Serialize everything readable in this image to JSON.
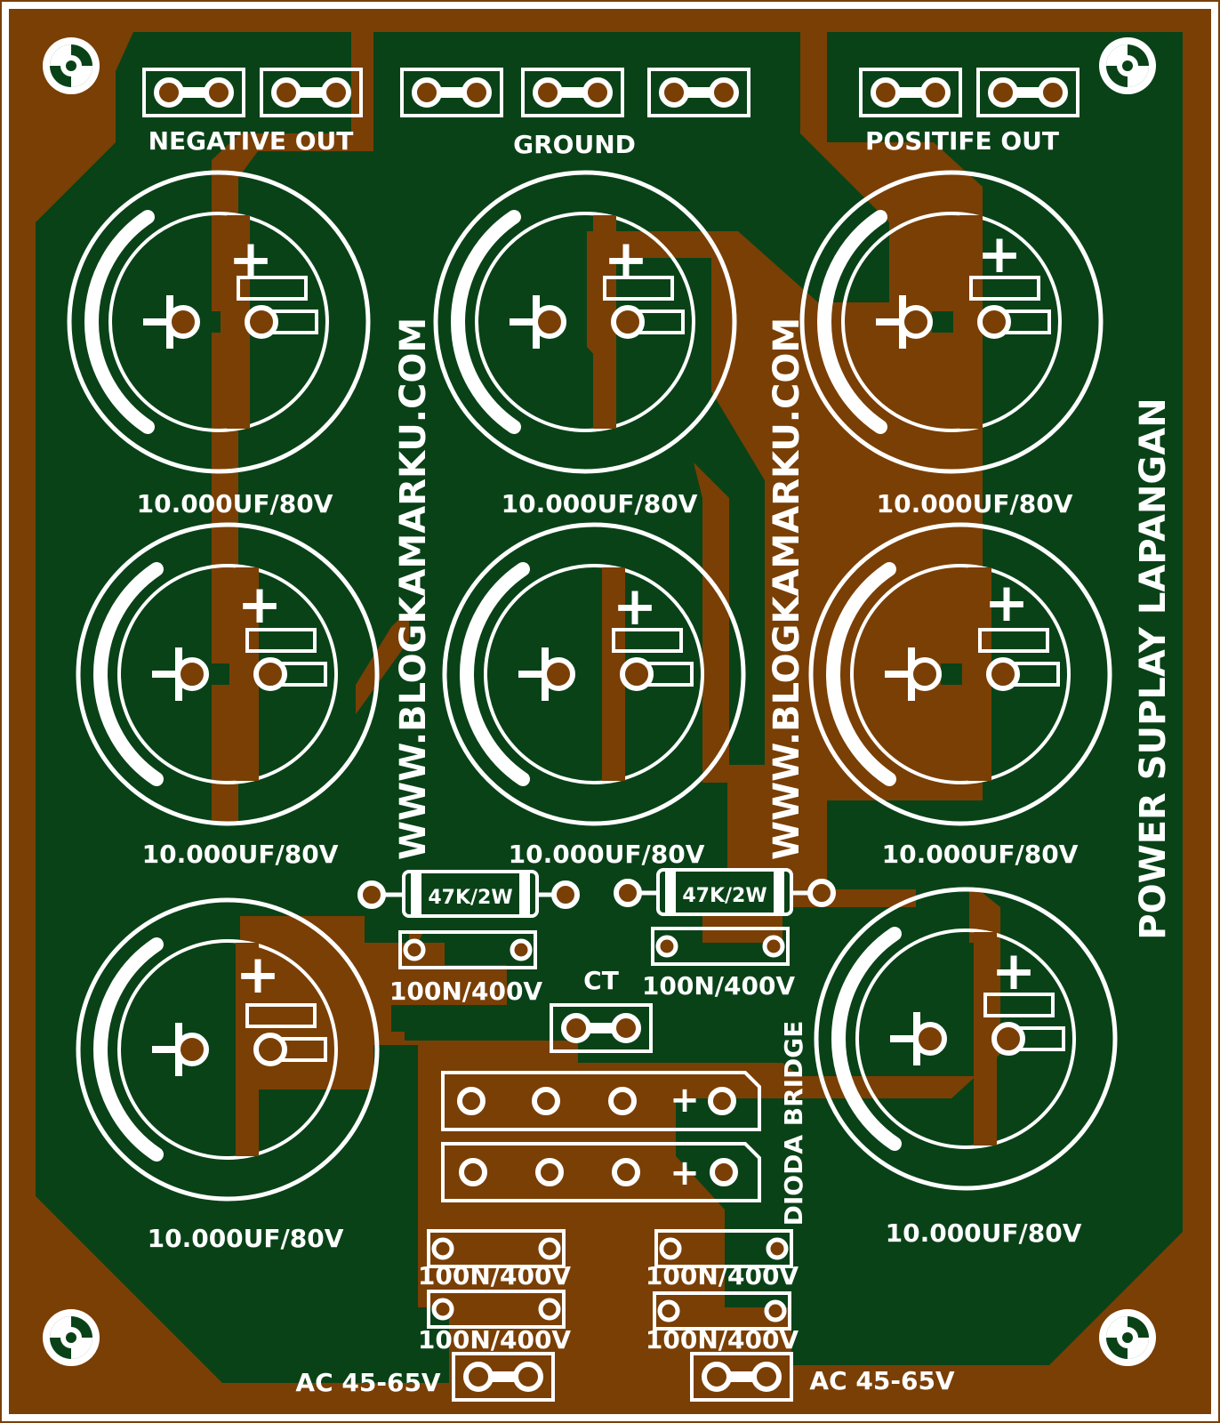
{
  "board": {
    "title": "POWER SUPLAY LAPANGAN",
    "watermark": "WWW.BLOGKAMARKU.COM",
    "colors": {
      "copper": "#7a3f05",
      "mask": "#0a4218",
      "silk": "#ffffff"
    }
  },
  "headers": {
    "negative_label": "NEGATIVE OUT",
    "ground_label": "GROUND",
    "positive_label": "POSITIFE OUT"
  },
  "capacitors": {
    "value": "10.000UF/80V",
    "plus": "+"
  },
  "resistors": {
    "value": "47K/2W"
  },
  "film_caps": {
    "value": "100N/400V"
  },
  "ct": {
    "label": "CT"
  },
  "bridge": {
    "label": "DIODA BRIDGE",
    "plus": "+"
  },
  "ac_input": {
    "label": "AC 45-65V"
  }
}
